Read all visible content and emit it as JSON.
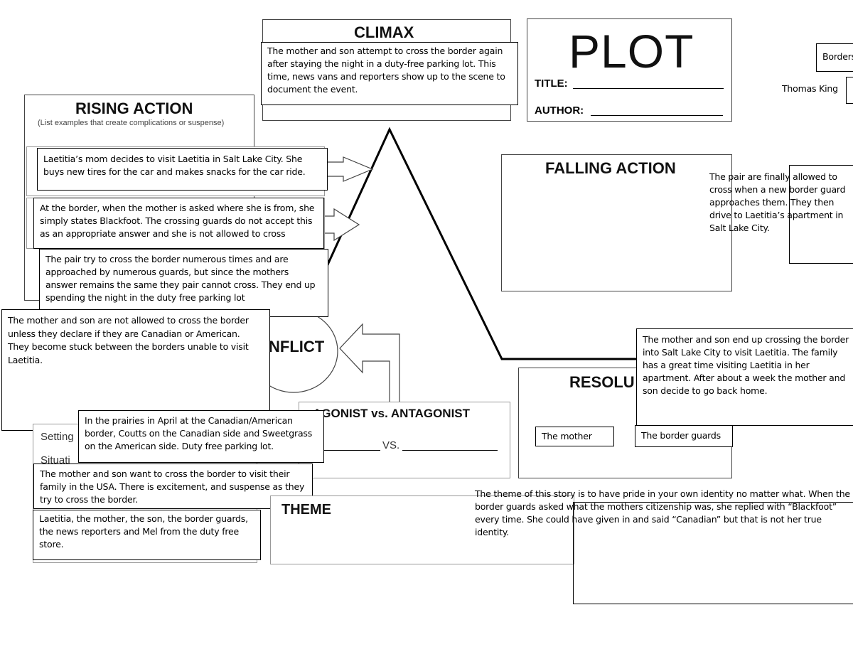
{
  "worksheet": {
    "plot_title": "PLOT",
    "title_label": "TITLE:",
    "author_label": "AUTHOR:",
    "title_value": "Borders",
    "author_value": "Thomas King"
  },
  "sections": {
    "climax_heading": "CLIMAX",
    "rising_heading": "RISING ACTION",
    "rising_subtitle": "(List examples that create complications or suspense)",
    "falling_heading": "FALLING ACTION",
    "conflict_heading": "NFLICT",
    "protagonist_heading": "AGONIST vs. ANTAGONIST",
    "vs_label": "VS.",
    "resolution_heading": "RESOLU",
    "theme_heading": "THEME",
    "setting_label": "Setting",
    "situation_label": "Situati"
  },
  "responses": {
    "climax": "The mother and son attempt to cross the border again after staying the night in a duty-free parking lot. This time, news vans and reporters show up to the scene to document the event.",
    "rising_1": "Laetitia’s mom decides to visit Laetitia in Salt Lake City. She buys new tires for the car and makes snacks for the car ride.",
    "rising_2": "At the border, when the mother is asked where she is from, she simply states Blackfoot. The crossing guards do not accept this as an appropriate answer and she is not allowed to cross",
    "rising_3": "The pair try to cross the border numerous times and are approached by numerous guards, but since the mothers answer remains the same they pair cannot cross. They end up spending the night in the duty free parking lot",
    "conflict": "The mother and son are not allowed to cross the border unless they declare if they are Canadian or American. They become stuck between the borders unable to visit Laetitia.",
    "setting": "In the prairies in April at the Canadian/American border, Coutts on the Canadian side and Sweetgrass on the American side. Duty free parking lot.",
    "situation": "The mother and son want to cross the border to visit their family in the USA. There is excitement, and suspense as they try to cross the border.",
    "characters": "Laetitia, the mother, the son, the border guards, the news reporters and Mel from the duty free store.",
    "falling_action": "The pair are finally allowed to cross when a new border guard approaches them. They then drive to Laetitia’s apartment in Salt Lake City.",
    "resolution": "The mother and son end up crossing the border into Salt Lake City to visit Laetitia. The family has a great time visiting Laetitia in her apartment. After about a week the mother and son decide to go back home.",
    "protagonist": "The mother",
    "antagonist": "The border guards",
    "theme": "The theme of this story is to have pride in your own identity no matter what. When the border guards asked what the mothers citizenship was, she replied with “Blackfoot” every time. She could have given in and said “Canadian” but that is not her true identity."
  }
}
